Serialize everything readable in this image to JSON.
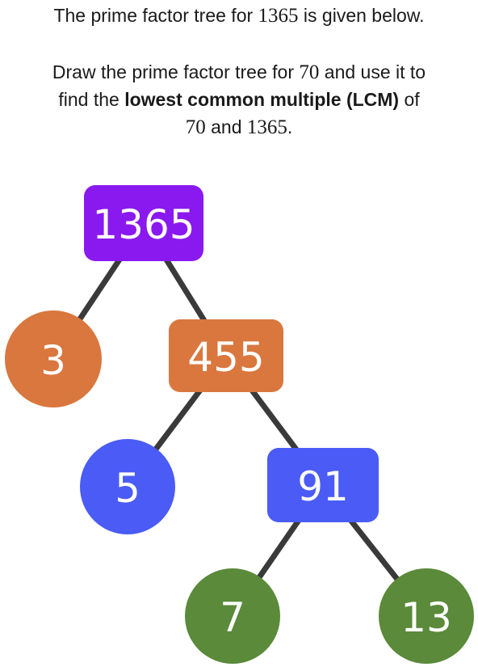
{
  "question": {
    "line1_a": "The prime factor tree for ",
    "line1_num": "1365",
    "line1_b": " is given below.",
    "line2_a": "Draw the prime factor tree for ",
    "line2_num": "70",
    "line2_b": " and use it to",
    "line3_a": "find the ",
    "line3_bold": "lowest common multiple (LCM)",
    "line3_b": " of",
    "line4_num_a": "70",
    "line4_mid": " and ",
    "line4_num_b": "1365",
    "line4_end": "."
  },
  "tree": {
    "colors": {
      "purple": "#8a19f0",
      "orange": "#d9773e",
      "blue": "#4a5cf5",
      "green": "#5a8a3a",
      "edge": "#3a3a3a"
    },
    "nodes": [
      {
        "id": "root",
        "label": "1365",
        "shape": "rect",
        "color": "#8a19f0"
      },
      {
        "id": "n3",
        "label": "3",
        "shape": "circle",
        "color": "#d9773e"
      },
      {
        "id": "n455",
        "label": "455",
        "shape": "rect",
        "color": "#d9773e"
      },
      {
        "id": "n5",
        "label": "5",
        "shape": "circle",
        "color": "#4a5cf5"
      },
      {
        "id": "n91",
        "label": "91",
        "shape": "rect",
        "color": "#4a5cf5"
      },
      {
        "id": "n7",
        "label": "7",
        "shape": "circle",
        "color": "#5a8a3a"
      },
      {
        "id": "n13",
        "label": "13",
        "shape": "circle",
        "color": "#5a8a3a"
      }
    ],
    "edges": [
      [
        "root",
        "n3"
      ],
      [
        "root",
        "n455"
      ],
      [
        "n455",
        "n5"
      ],
      [
        "n455",
        "n91"
      ],
      [
        "n91",
        "n7"
      ],
      [
        "n91",
        "n13"
      ]
    ]
  }
}
